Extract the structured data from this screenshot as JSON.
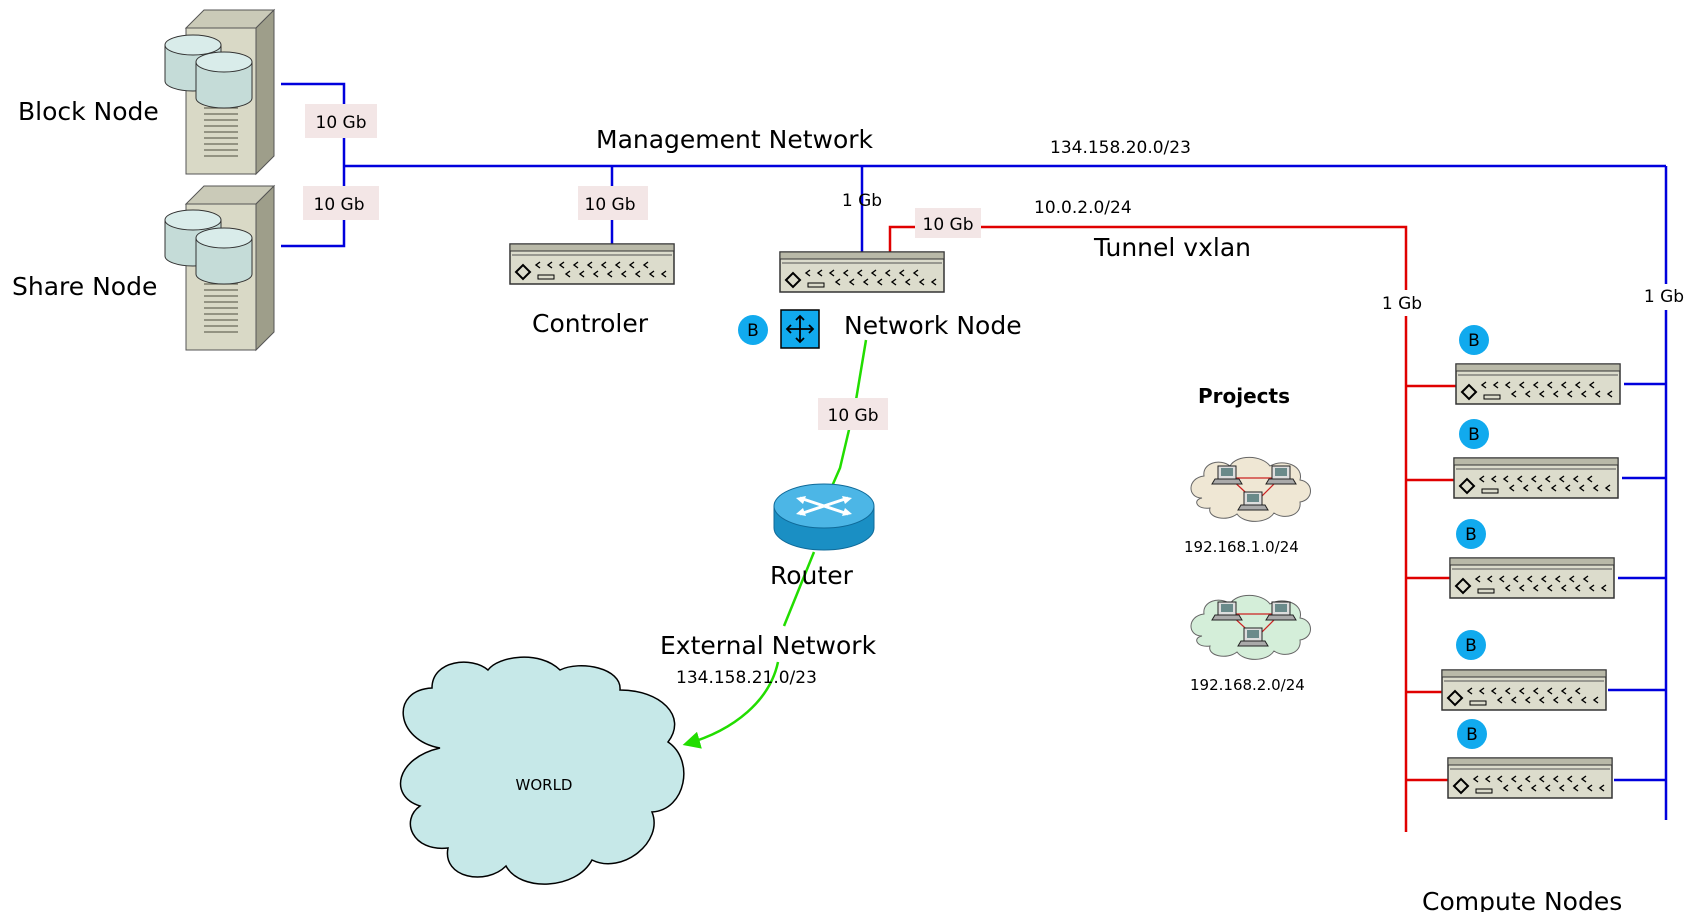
{
  "labels": {
    "block_node": "Block Node",
    "share_node": "Share Node",
    "management_network": "Management Network",
    "management_subnet": "134.158.20.0/23",
    "tunnel_subnet": "10.0.2.0/24",
    "tunnel": "Tunnel vxlan",
    "controller": "Controler",
    "network_node": "Network Node",
    "router": "Router",
    "external_network": "External Network",
    "external_subnet": "134.158.21.0/23",
    "world": "WORLD",
    "projects": "Projects",
    "project1_subnet": "192.168.1.0/24",
    "project2_subnet": "192.168.2.0/24",
    "compute_nodes": "Compute Nodes"
  },
  "links": {
    "block_mgmt": "10 Gb",
    "share_mgmt": "10 Gb",
    "controller_mgmt": "10 Gb",
    "netnode_mgmt": "1 Gb",
    "netnode_tunnel": "10 Gb",
    "netnode_router": "10 Gb",
    "compute_tunnel": "1 Gb",
    "compute_mgmt": "1 Gb"
  },
  "badges": {
    "bridge": "B"
  },
  "colors": {
    "management": "#0000dd",
    "tunnel": "#e00000",
    "external": "#22dd00",
    "badge": "#11aaee",
    "label_bg": "#f3e6e6",
    "server": "#dcdccc",
    "world_cloud": "#c6e8e8",
    "project1_cloud": "#efe7d4",
    "project2_cloud": "#d4eed9",
    "router": "#1a8fc4"
  },
  "icons": [
    "storage-server-icon",
    "rack-server-icon",
    "switch-icon",
    "router-icon",
    "cloud-icon",
    "laptop-icon",
    "bridge-badge-icon"
  ]
}
